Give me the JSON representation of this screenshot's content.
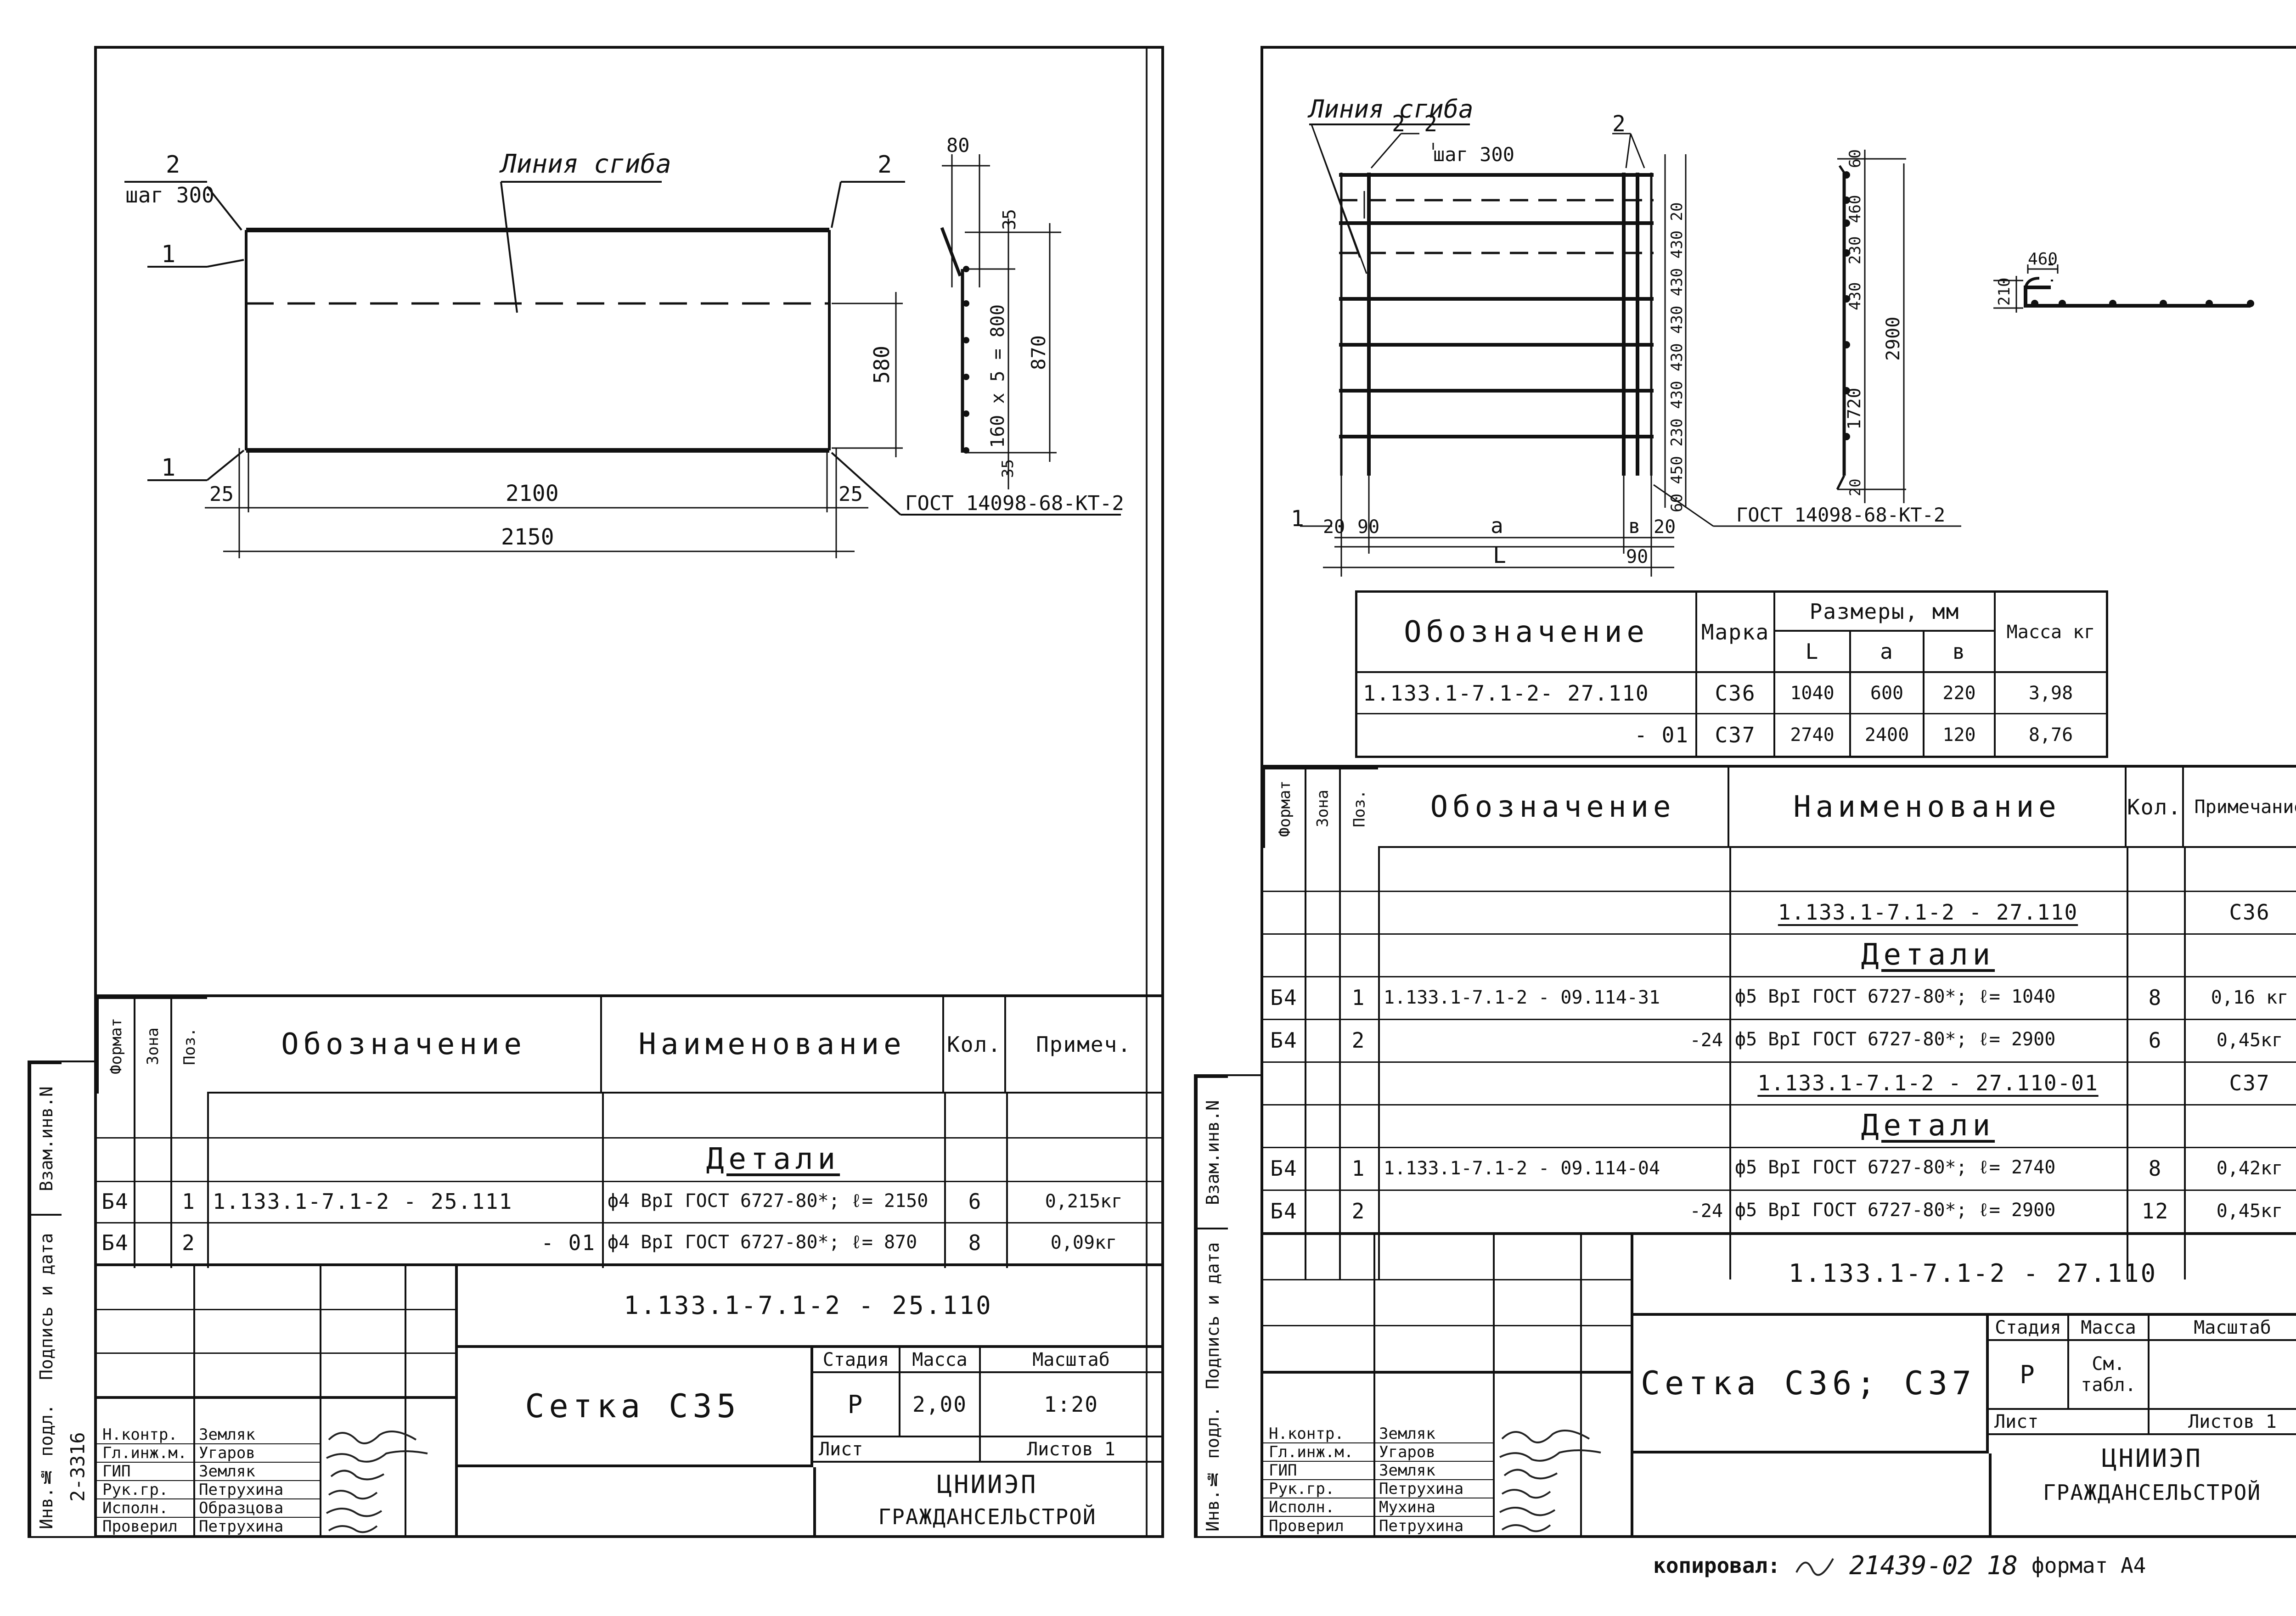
{
  "left": {
    "drawing": {
      "pos2_left": "2",
      "pitch_left": "шаг 300",
      "fold_line": "Линия сгиба",
      "pos2_right": "2",
      "pos1_top": "1",
      "pos1_bottom": "1",
      "dim_25_left": "25",
      "dim_2100": "2100",
      "dim_25_right": "25",
      "dim_2150": "2150",
      "dim_580": "580",
      "dim_80": "80",
      "dim_35_top": "35",
      "dim_160x5": "160 х 5 = 800",
      "dim_870": "870",
      "dim_35_bot": "35",
      "gost": "ГОСТ 14098-68-КТ-2"
    },
    "spec": {
      "col_format": "Формат",
      "col_zone": "Зона",
      "col_pos": "Поз.",
      "col_designation": "Обозначение",
      "col_name": "Наименование",
      "col_qty": "Кол.",
      "col_note": "Примеч.",
      "section": "Детали",
      "rows": [
        {
          "format": "Б4",
          "pos": "1",
          "designation": "1.133.1-7.1-2  - 25.111",
          "name": "ф4 ВрI ГОСТ 6727-80*; ℓ= 2150",
          "qty": "6",
          "note": "0,215кг"
        },
        {
          "format": "Б4",
          "pos": "2",
          "designation": "- 01",
          "name": "ф4 ВрI ГОСТ 6727-80*; ℓ= 870",
          "qty": "8",
          "note": "0,09кг"
        }
      ]
    },
    "title": {
      "code": "1.133.1-7.1-2 - 25.110",
      "name": "Сетка  С35",
      "stage_label": "Стадия",
      "mass_label": "Масса",
      "scale_label": "Масштаб",
      "stage": "Р",
      "mass": "2,00",
      "scale": "1:20",
      "sheet_label": "Лист",
      "sheets_label": "Листов 1",
      "org1": "ЦНИИЭП",
      "org2": "ГРАЖДАНСЕЛЬСТРОЙ",
      "people": [
        {
          "role": "Н.контр.",
          "name": "Земляк"
        },
        {
          "role": "Гл.инж.м.",
          "name": "Угаров"
        },
        {
          "role": "ГИП",
          "name": "Земляк"
        },
        {
          "role": "Рук.гр.",
          "name": "Петрухина"
        },
        {
          "role": "Исполн.",
          "name": "Образцова"
        },
        {
          "role": "Проверил",
          "name": "Петрухина"
        }
      ]
    },
    "side": {
      "inv_sub": "Инв.№ подл.",
      "sign_date": "Подпись и дата",
      "instead": "Взам.инв.N",
      "inv_number": "2-3316"
    }
  },
  "right": {
    "drawing": {
      "fold_line": "Линия сгиба",
      "pos2_a": "2",
      "pos2_b": "2",
      "pitch": "шаг 300",
      "pos2_c": "2",
      "pos1": "1",
      "dim_20_l": "20",
      "dim_90_l": "90",
      "dim_a": "а",
      "dim_b": "в",
      "dim_20_r": "20",
      "dim_L": "L",
      "dim_90_r": "90",
      "gost": "ГОСТ 14098-68-КТ-2",
      "vdims": "60 450 230 430 430 430 430 430 20",
      "vdims2_top": "60",
      "vdim_460": "460",
      "vdim_230": "230",
      "vdim_430": "430",
      "vdim_1720": "1720",
      "vdim_20": "20",
      "vdim_2900": "2900",
      "detail_460": "460",
      "detail_210": "210"
    },
    "marks": {
      "col_designation": "Обозначение",
      "col_mark": "Марка",
      "col_sizes": "Размеры, мм",
      "col_L": "L",
      "col_a": "а",
      "col_b": "в",
      "col_mass": "Масса кг",
      "rows": [
        {
          "designation": "1.133.1-7.1-2- 27.110",
          "mark": "С36",
          "L": "1040",
          "a": "600",
          "b": "220",
          "mass": "3,98"
        },
        {
          "designation": "- 01",
          "mark": "С37",
          "L": "2740",
          "a": "2400",
          "b": "120",
          "mass": "8,76"
        }
      ]
    },
    "spec": {
      "col_format": "Формат",
      "col_zone": "Зона",
      "col_pos": "Поз.",
      "col_designation": "Обозначение",
      "col_name": "Наименование",
      "col_qty": "Кол.",
      "col_note": "Примечание",
      "group1_code": "1.133.1-7.1-2 - 27.110",
      "group1_note": "С36",
      "group1_section": "Детали",
      "group1_rows": [
        {
          "format": "Б4",
          "pos": "1",
          "designation": "1.133.1-7.1-2 - 09.114-31",
          "name": "ф5 ВрI ГОСТ 6727-80*; ℓ= 1040",
          "qty": "8",
          "note": "0,16 кг"
        },
        {
          "format": "Б4",
          "pos": "2",
          "designation": "-24",
          "name": "ф5 ВрI ГОСТ 6727-80*; ℓ= 2900",
          "qty": "6",
          "note": "0,45кг"
        }
      ],
      "group2_code": "1.133.1-7.1-2 - 27.110-01",
      "group2_note": "С37",
      "group2_section": "Детали",
      "group2_rows": [
        {
          "format": "Б4",
          "pos": "1",
          "designation": "1.133.1-7.1-2 - 09.114-04",
          "name": "ф5 ВрI ГОСТ 6727-80*; ℓ= 2740",
          "qty": "8",
          "note": "0,42кг"
        },
        {
          "format": "Б4",
          "pos": "2",
          "designation": "-24",
          "name": "ф5 ВрI ГОСТ 6727-80*; ℓ= 2900",
          "qty": "12",
          "note": "0,45кг"
        }
      ]
    },
    "title": {
      "code": "1.133.1-7.1-2 - 27.110",
      "name": "Сетка  С36; С37",
      "stage_label": "Стадия",
      "mass_label": "Масса",
      "scale_label": "Масштаб",
      "stage": "Р",
      "mass": "См. табл.",
      "sheet_label": "Лист",
      "sheets_label": "Листов 1",
      "org1": "ЦНИИЭП",
      "org2": "ГРАЖДАНСЕЛЬСТРОЙ",
      "people": [
        {
          "role": "Н.контр.",
          "name": "Земляк"
        },
        {
          "role": "Гл.инж.м.",
          "name": "Угаров"
        },
        {
          "role": "ГИП",
          "name": "Земляк"
        },
        {
          "role": "Рук.гр.",
          "name": "Петрухина"
        },
        {
          "role": "Исполн.",
          "name": "Мухина"
        },
        {
          "role": "Проверил",
          "name": "Петрухина"
        }
      ]
    },
    "side": {
      "inv_sub": "Инв.№ подл.",
      "sign_date": "Подпись и дата",
      "instead": "Взам.инв.N"
    }
  },
  "footer": {
    "copied_label": "копировал:",
    "order": "21439-02",
    "page": "18",
    "format": "формат А4"
  }
}
